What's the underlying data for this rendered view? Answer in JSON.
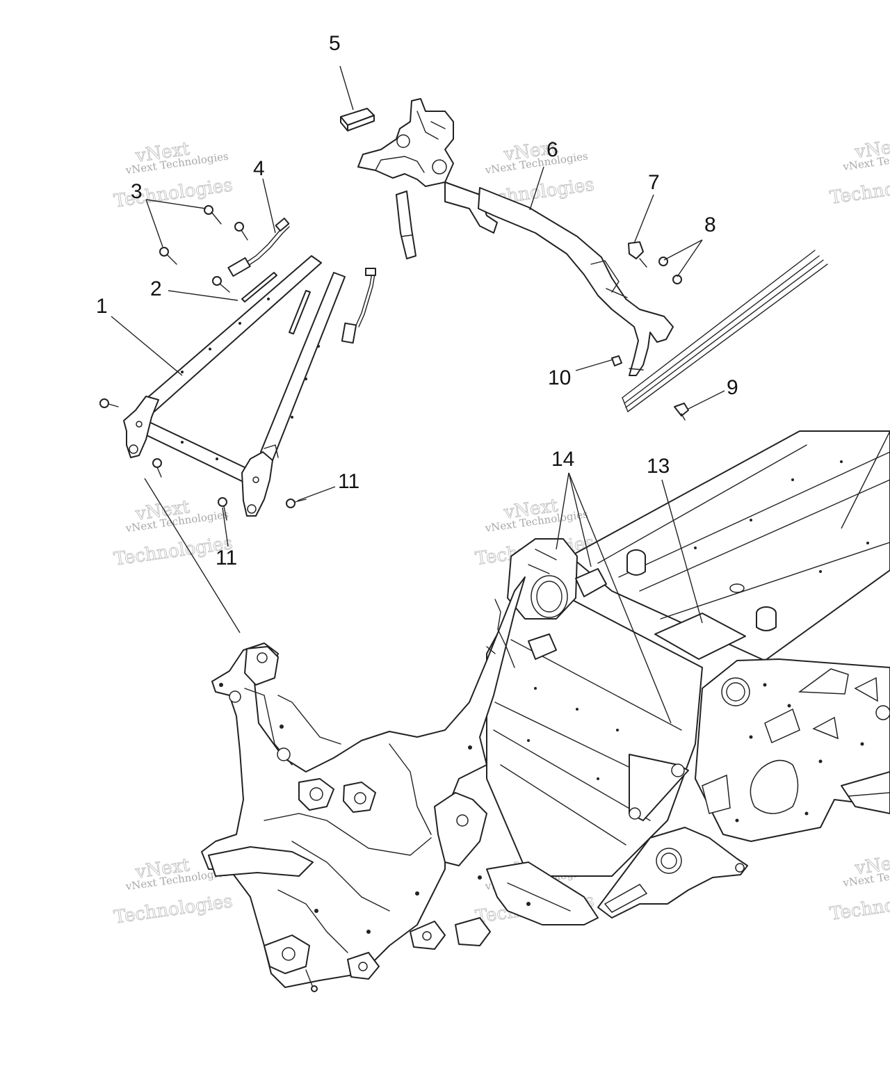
{
  "callouts": [
    {
      "id": "1",
      "label": "1"
    },
    {
      "id": "2",
      "label": "2"
    },
    {
      "id": "3",
      "label": "3"
    },
    {
      "id": "4",
      "label": "4"
    },
    {
      "id": "5",
      "label": "5"
    },
    {
      "id": "6",
      "label": "6"
    },
    {
      "id": "7",
      "label": "7"
    },
    {
      "id": "8",
      "label": "8"
    },
    {
      "id": "9",
      "label": "9"
    },
    {
      "id": "10",
      "label": "10"
    },
    {
      "id": "11a",
      "label": "11"
    },
    {
      "id": "11b",
      "label": "11"
    },
    {
      "id": "13",
      "label": "13"
    },
    {
      "id": "14",
      "label": "14"
    }
  ],
  "watermark": {
    "line1": "vNext Technologies",
    "line2": "vNext",
    "line3": "Technologies"
  },
  "colors": {
    "line": "#222222",
    "background": "#ffffff",
    "watermark": "#9a9a9a"
  }
}
